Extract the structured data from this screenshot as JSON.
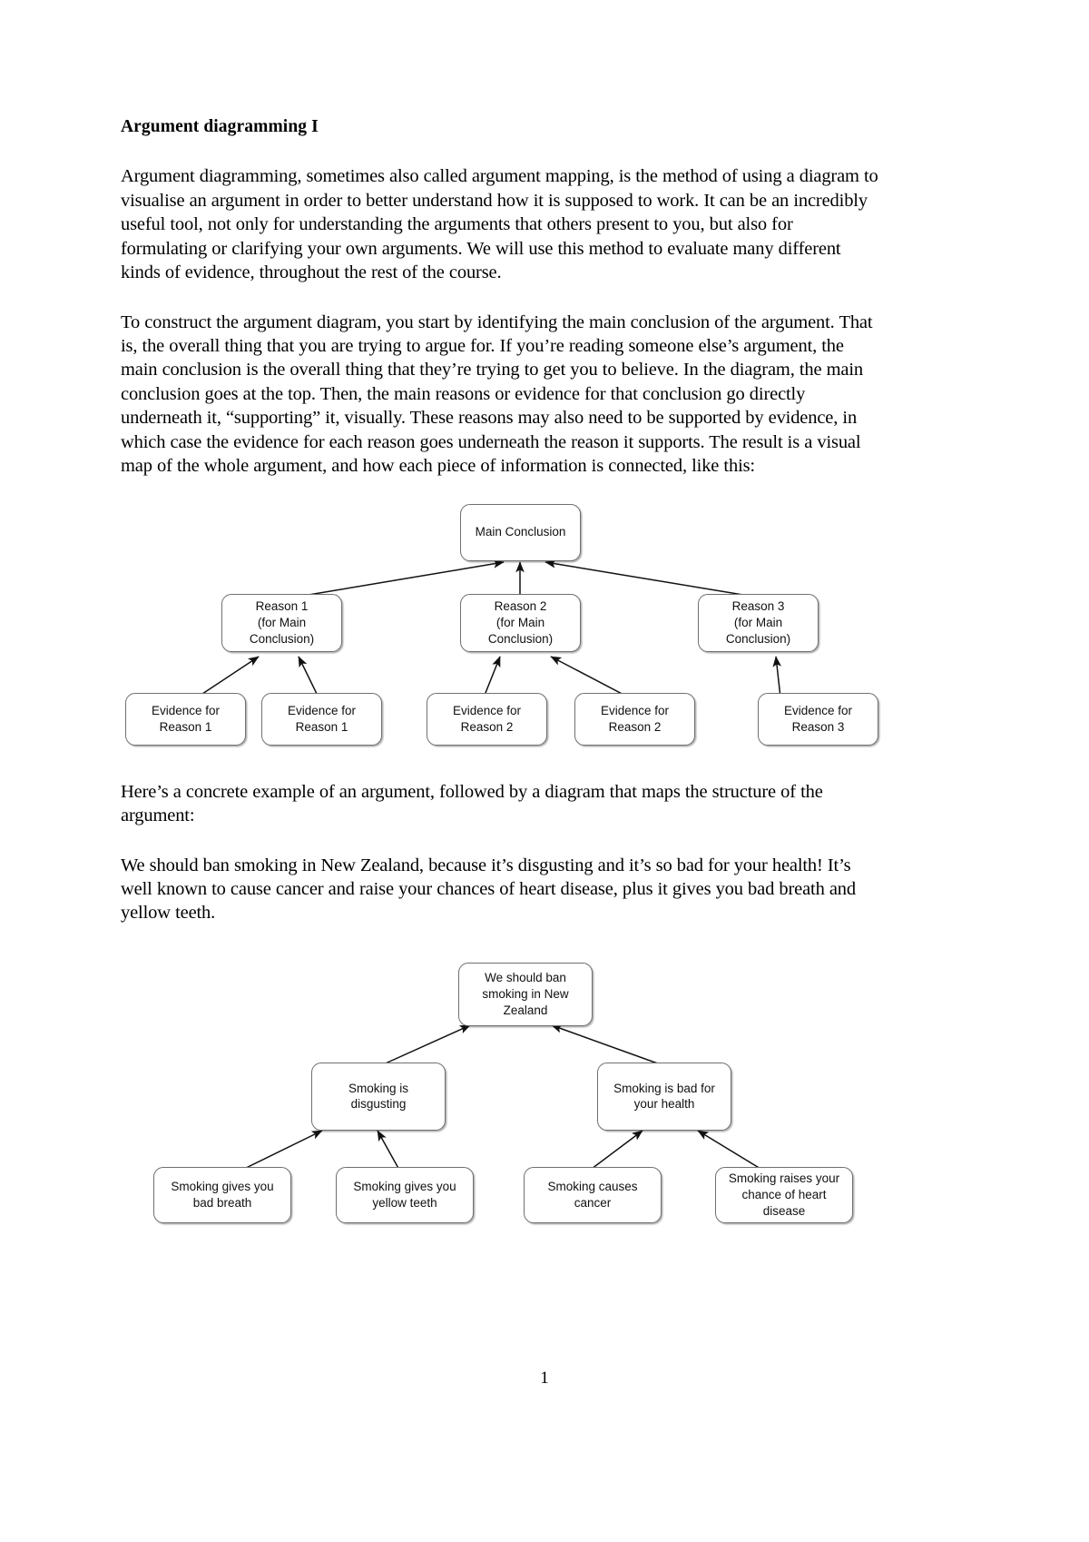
{
  "document": {
    "title": "Argument diagramming I",
    "page_number": "1",
    "paragraphs": [
      "Argument diagramming, sometimes also called argument mapping, is the method of using a diagram to visualise an argument in order to better understand how it is supposed to work. It can be an incredibly useful tool, not only for understanding the arguments that others present to you, but also for formulating or clarifying your own arguments. We will use this method to evaluate many different kinds of evidence, throughout the rest of the course.",
      "To construct the argument diagram, you start by identifying the main conclusion of the argument. That is, the overall thing that you are trying to argue for. If you’re reading someone else’s argument, the main conclusion is the overall thing that they’re trying to get you to believe. In the diagram, the main conclusion goes at the top. Then, the main reasons or evidence for that conclusion go directly underneath it, “supporting” it, visually. These reasons may also need to be supported by evidence, in which case the evidence for each reason goes underneath the reason it supports. The result is a visual map of the whole argument, and how each piece of information is connected, like this:",
      "Here’s a concrete example of an argument, followed by a diagram that maps the structure of the argument:",
      "We should ban smoking in New Zealand, because it’s disgusting and it’s so bad for your health! It’s well known to cause cancer and raise your chances of heart disease, plus it gives you bad breath and yellow teeth."
    ]
  },
  "diagram_generic": {
    "name": "generic-argument-map",
    "conclusion": "Main Conclusion",
    "reasons": [
      "Reason 1\n(for Main Conclusion)",
      "Reason 2\n(for Main Conclusion)",
      "Reason 3\n(for Main Conclusion)"
    ],
    "evidence": [
      "Evidence for\nReason 1",
      "Evidence for\nReason 1",
      "Evidence for\nReason 2",
      "Evidence for\nReason 2",
      "Evidence for\nReason 3"
    ]
  },
  "diagram_smoking": {
    "name": "smoking-argument-map",
    "conclusion": "We should ban\nsmoking in New\nZealand",
    "reasons": [
      "Smoking is\ndisgusting",
      "Smoking is bad for\nyour health"
    ],
    "evidence": [
      "Smoking gives you\nbad breath",
      "Smoking gives you\nyellow teeth",
      "Smoking causes\ncancer",
      "Smoking raises your\nchance of heart\ndisease"
    ]
  }
}
